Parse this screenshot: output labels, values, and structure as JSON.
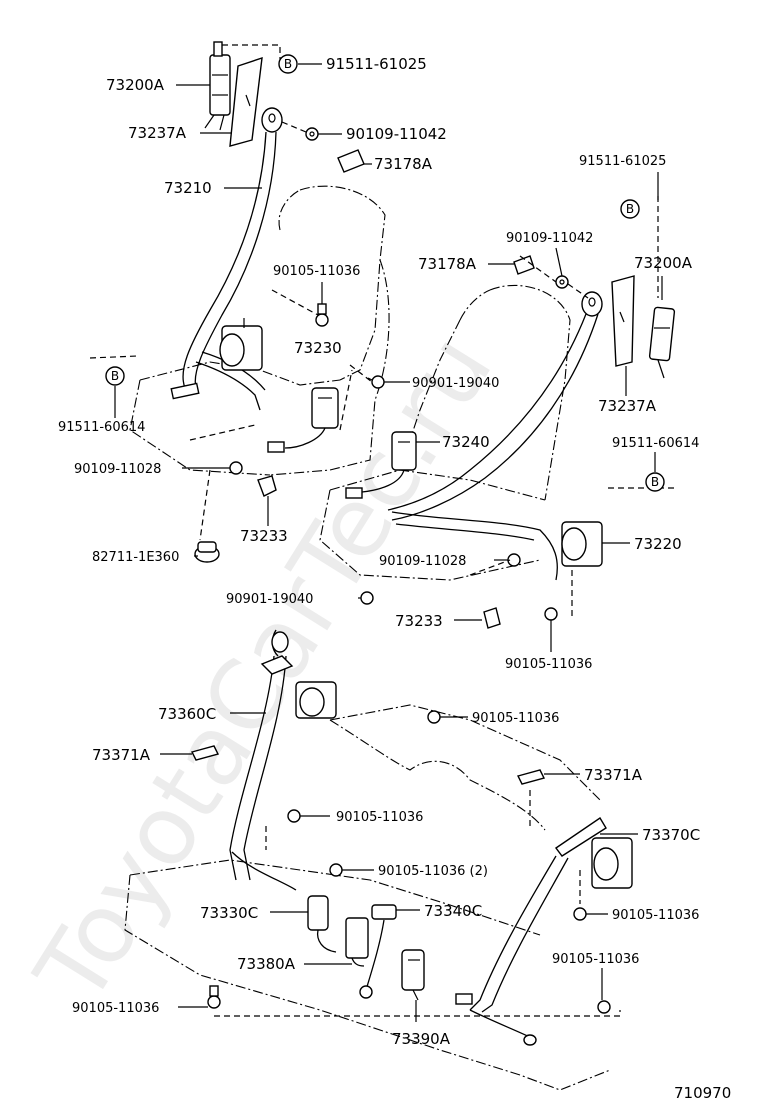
{
  "watermark": "ToyotaCarTec.ru",
  "figure_code": "710970",
  "b_marker": "B",
  "callouts": {
    "p73200A_l": "73200A",
    "p91511_61025_l": "91511-61025",
    "p73237A_l": "73237A",
    "p90109_11042_l": "90109-11042",
    "p73178A_l": "73178A",
    "p73210": "73210",
    "p90105_11036_a": "90105-11036",
    "p73230": "73230",
    "p91511_60614_l": "91511-60614",
    "p90901_19040_a": "90901-19040",
    "p90109_11028_l": "90109-11028",
    "p73233_l": "73233",
    "p82711": "82711-1E360",
    "p91511_61025_r": "91511-61025",
    "p90109_11042_r": "90109-11042",
    "p73178A_r": "73178A",
    "p73200A_r": "73200A",
    "p73237A_r": "73237A",
    "p73240": "73240",
    "p91511_60614_r": "91511-60614",
    "p73220": "73220",
    "p90109_11028_r": "90109-11028",
    "p90901_19040_b": "90901-19040",
    "p73233_r": "73233",
    "p90105_11036_b": "90105-11036",
    "p73360C": "73360C",
    "p90105_11036_c": "90105-11036",
    "p73371A_l": "73371A",
    "p73371A_r": "73371A",
    "p90105_11036_d": "90105-11036",
    "p73370C": "73370C",
    "p90105_11036_e": "90105-11036 (2)",
    "p73330C": "73330C",
    "p73340C": "73340C",
    "p90105_11036_f": "90105-11036",
    "p73380A": "73380A",
    "p90105_11036_g": "90105-11036",
    "p90105_11036_h": "90105-11036",
    "p73390A": "73390A"
  }
}
